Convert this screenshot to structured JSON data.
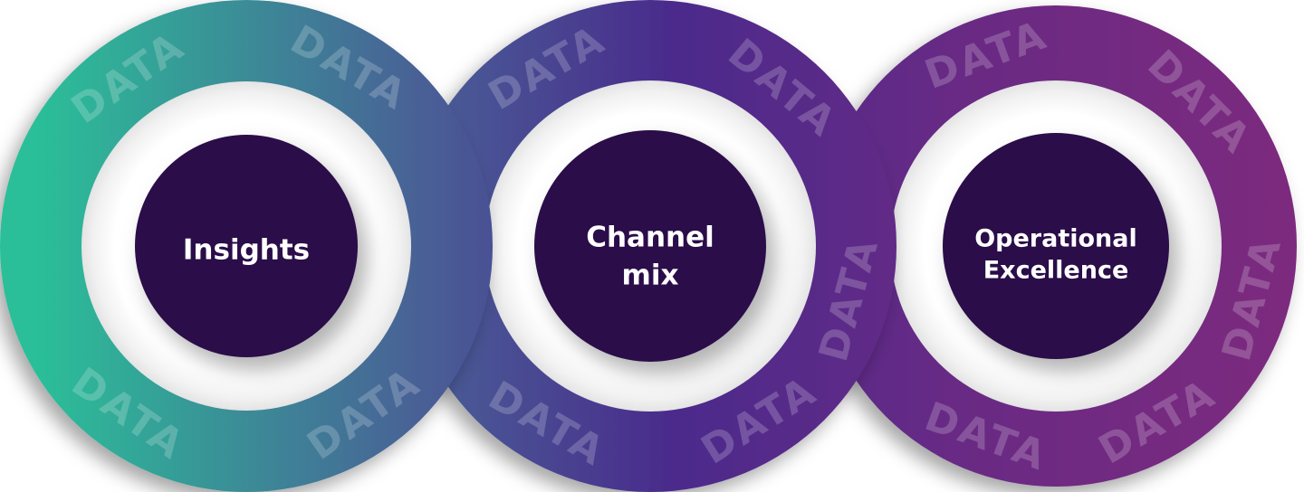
{
  "diagram": {
    "ring_word": "DATA",
    "colors": {
      "teal": "#2bbf98",
      "steel": "#4a5c96",
      "indigo": "#4a2c8c",
      "purple": "#6a2c84",
      "magenta": "#7c2a7e",
      "core": "#2a1048",
      "label": "#ffffff"
    },
    "nodes": [
      {
        "id": "insights",
        "label_lines": [
          "Insights"
        ]
      },
      {
        "id": "channel-mix",
        "label_lines": [
          "Channel",
          "mix"
        ]
      },
      {
        "id": "operational-excellence",
        "label_lines": [
          "Operational",
          "Excellence"
        ]
      }
    ]
  }
}
